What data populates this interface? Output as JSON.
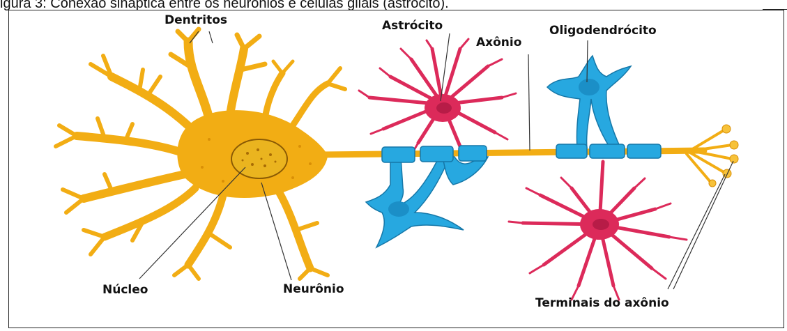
{
  "figure": {
    "caption": "igura 3: Conexão sináptica entre os neurônios e células gliais (astrócito).",
    "labels": {
      "dendritos": "Dentritos",
      "astrocito": "Astrócito",
      "axonio": "Axônio",
      "oligodendrocito": "Oligodendrócito",
      "nucleo": "Núcleo",
      "neuronio": "Neurônio",
      "terminais": "Terminais do axônio"
    },
    "colors": {
      "neuron": "#f2ad14",
      "neuron_dark": "#d98f06",
      "glia_blue": "#27a8e0",
      "astrocyte_red": "#dc2a5a"
    }
  }
}
